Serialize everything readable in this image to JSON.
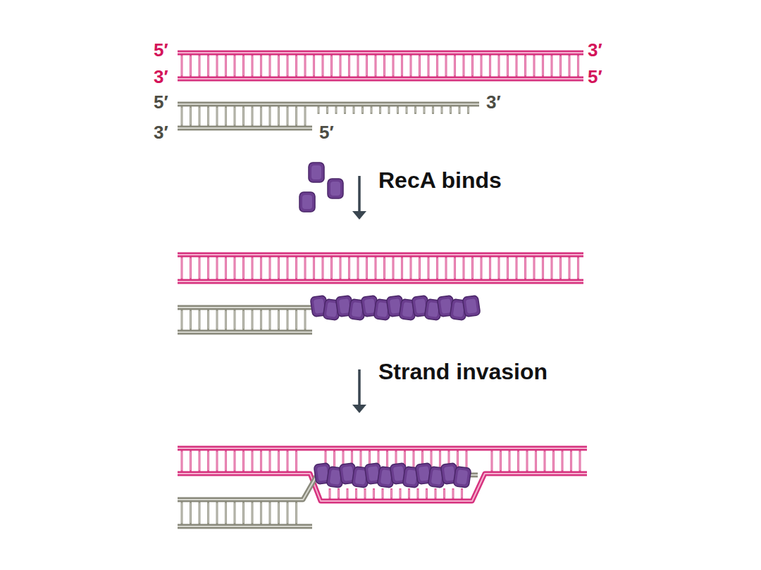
{
  "diagram": {
    "labels": [
      "5′",
      "3′",
      "3′",
      "5′",
      "5′",
      "3′",
      "3′",
      "5′",
      "RecA binds",
      "Strand invasion"
    ]
  }
}
